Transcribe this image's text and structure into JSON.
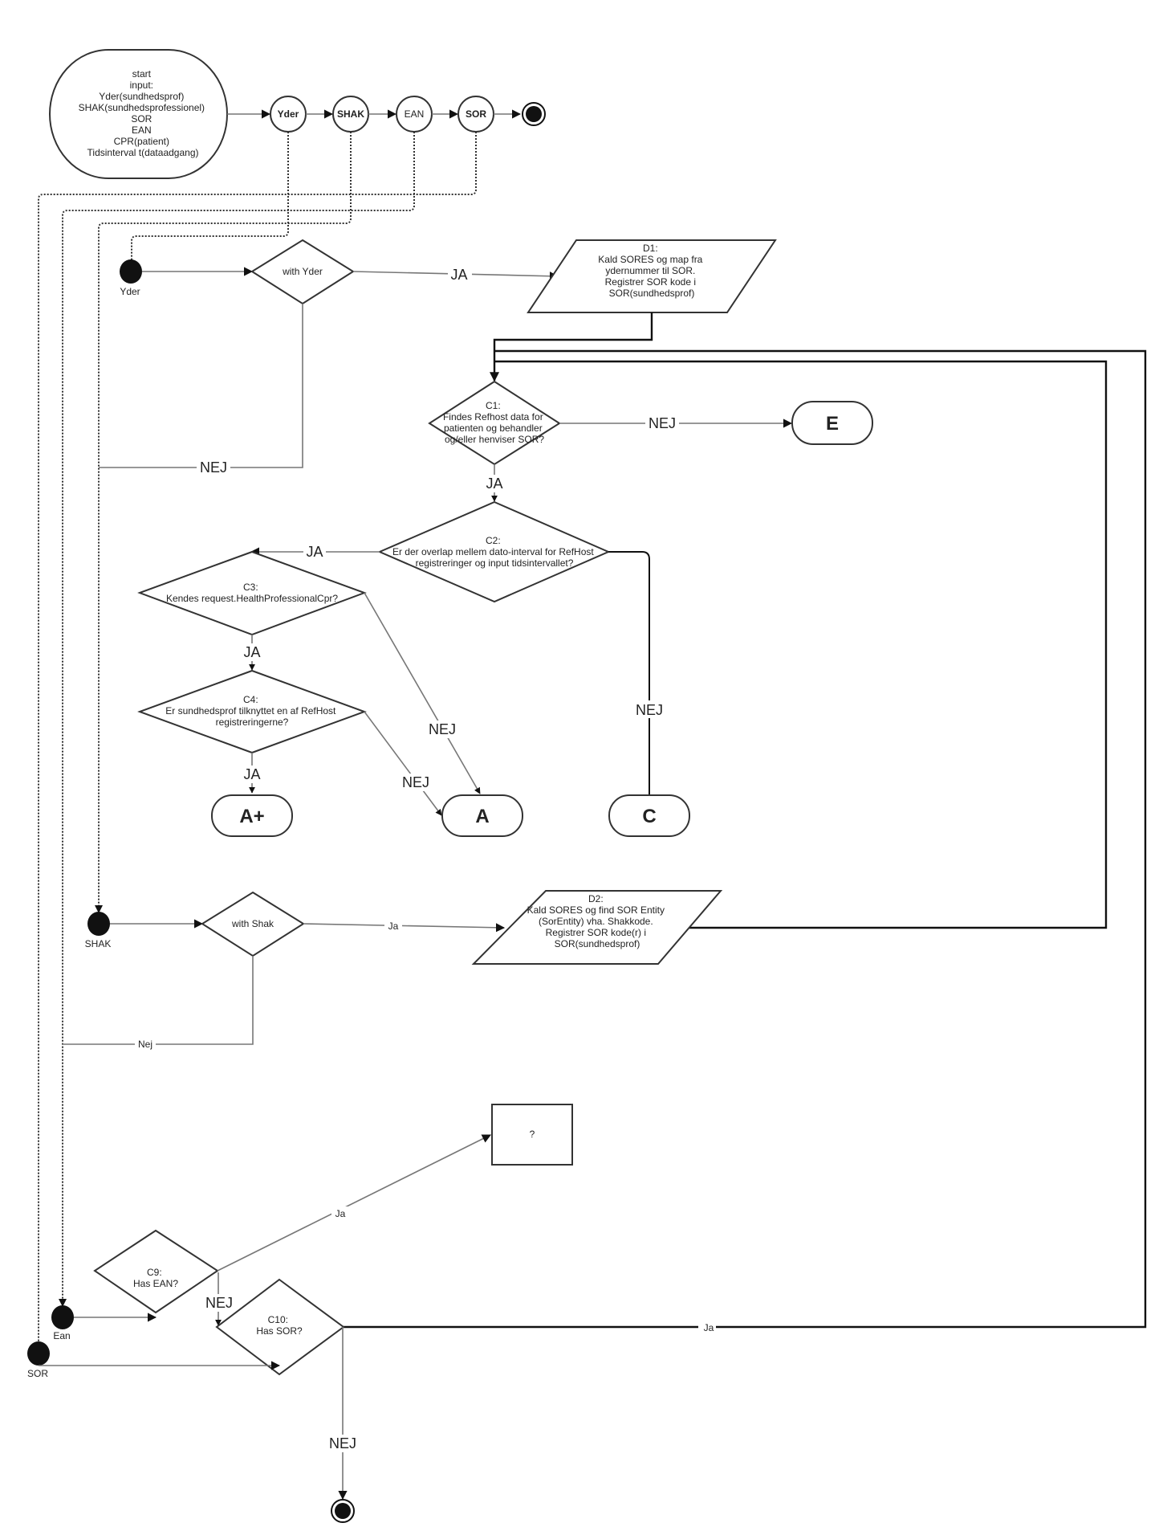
{
  "start": {
    "lines": [
      "start",
      "input:",
      "Yder(sundhedsprof)",
      "SHAK(sundhedsprofessionel)",
      "SOR",
      "EAN",
      "CPR(patient)",
      "Tidsinterval t(dataadgang)"
    ]
  },
  "top_states": [
    {
      "label": "Yder",
      "bold": true
    },
    {
      "label": "SHAK",
      "bold": true
    },
    {
      "label": "EAN",
      "bold": false
    },
    {
      "label": "SOR",
      "bold": true
    }
  ],
  "entry_points": {
    "yder": "Yder",
    "shak": "SHAK",
    "ean": "Ean",
    "sor": "SOR"
  },
  "decisions": {
    "with_yder": [
      "with Yder"
    ],
    "c1": [
      "C1:",
      "Findes Refhost data for",
      "patienten og behandler",
      "og/eller henviser SOR?"
    ],
    "c2": [
      "C2:",
      "Er der overlap mellem dato-interval for RefHost",
      "registreringer og input tidsintervallet?"
    ],
    "c3": [
      "C3:",
      "Kendes request.HealthProfessionalCpr?"
    ],
    "c4": [
      "C4:",
      "Er sundhedsprof tilknyttet en af RefHost",
      "registreringerne?"
    ],
    "with_shak": [
      "with Shak"
    ],
    "c9": [
      "C9:",
      "Has EAN?"
    ],
    "c10": [
      "C10:",
      "Has SOR?"
    ]
  },
  "processes": {
    "d1": [
      "D1:",
      "Kald SORES og map fra",
      "ydernummer til SOR.",
      "Registrer SOR kode i",
      "SOR(sundhedsprof)"
    ],
    "d2": [
      "D2:",
      "Kald SORES og find SOR Entity",
      "(SorEntity) vha. Shakkode.",
      "Registrer SOR kode(r) i",
      "SOR(sundhedsprof)"
    ],
    "unknown": "?"
  },
  "terminals": {
    "e": "E",
    "a_plus": "A+",
    "a": "A",
    "c": "C"
  },
  "edge_labels": {
    "yder_ja": "JA",
    "yder_nej": "NEJ",
    "c1_nej": "NEJ",
    "c1_ja": "JA",
    "c2_ja": "JA",
    "c2_nej": "NEJ",
    "c3_ja": "JA",
    "c3_nej": "NEJ",
    "c4_ja": "JA",
    "c4_nej": "NEJ",
    "shak_ja": "Ja",
    "shak_nej": "Nej",
    "c9_ja": "Ja",
    "c9_nej": "NEJ",
    "c10_ja": "Ja",
    "c10_nej": "NEJ"
  }
}
